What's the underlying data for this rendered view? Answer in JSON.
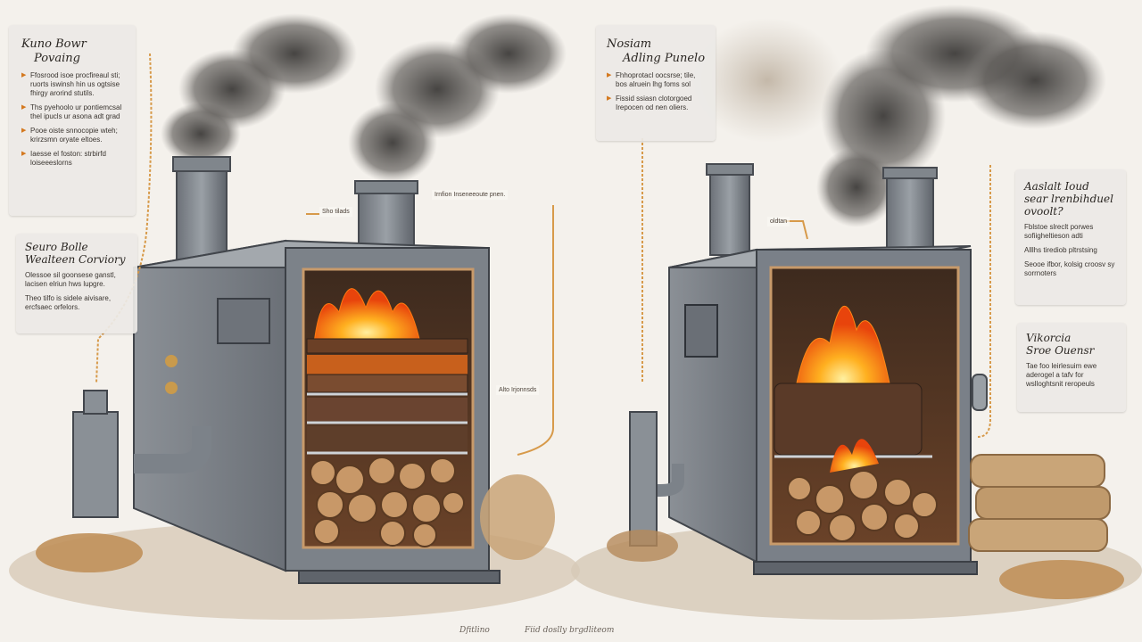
{
  "left": {
    "panel_top": {
      "title_line1": "Kuno Bowr",
      "title_line2": "Povaing",
      "items": [
        "Ffosrood isoe procfireaul sti; ruorts iswinsh hin us ogtsise fhirgy arorind stutils.",
        "Ths pyehoolo ur pontiemcsal thel ipucls ur asona adt grad",
        "Pooe oiste snnocopie wteh; krirzsmn oryate eltoes.",
        "Iaesse el foston: strbirfd loiseeeslorns"
      ]
    },
    "panel_mid": {
      "title_line1": "Seuro Bolle",
      "title_line2": "Wealteen Corviory",
      "items": [
        "Olessoe sil goonsese ganstl, lacisen elriun hws lupgre.",
        "Theo tilfo is sidele aivisare, ercfsaec orfelors."
      ]
    },
    "callouts": {
      "top": "Sho tilads",
      "right": "Irnfion Inseneeoute pnen.",
      "grate": "Alto Irjonnsds"
    },
    "colors": {
      "fire": "#ff7a10",
      "steel": "#7c8289"
    }
  },
  "right": {
    "panel_top": {
      "title_line1": "Nosiam",
      "title_line2": "Adling Punelo",
      "items": [
        "Fhhoprotacl oocsrse; tile, bos alruein lhg foms sol",
        "Fissid ssiasn clotorgoed Irepocen od nen oliers."
      ]
    },
    "panel_r1": {
      "title_line1": "Aaslalt Ioud",
      "title_line2": "sear lrenbihduel",
      "title_line3": "ovoolt?",
      "items": [
        "Fblstoe slreclt porwes sofiigheltieson adti",
        "Alllhs tirediob pltrstsing",
        "Seooe ifbor, kolsig croosv sy sorrnoters"
      ]
    },
    "panel_r2": {
      "title_line1": "Vikorcia",
      "title_line2": "Sroe Ouensr",
      "items": [
        "Tae foo leirlesuim ewe aderogel a tafv for wslloghtsnit reropeuls"
      ]
    },
    "callouts": {
      "top": "oldtan"
    },
    "colors": {
      "fire": "#ff8a16",
      "steel": "#7a8088"
    }
  },
  "footer": {
    "left": "Dfitlino",
    "right": "Fiid doslly brgdliteom"
  }
}
